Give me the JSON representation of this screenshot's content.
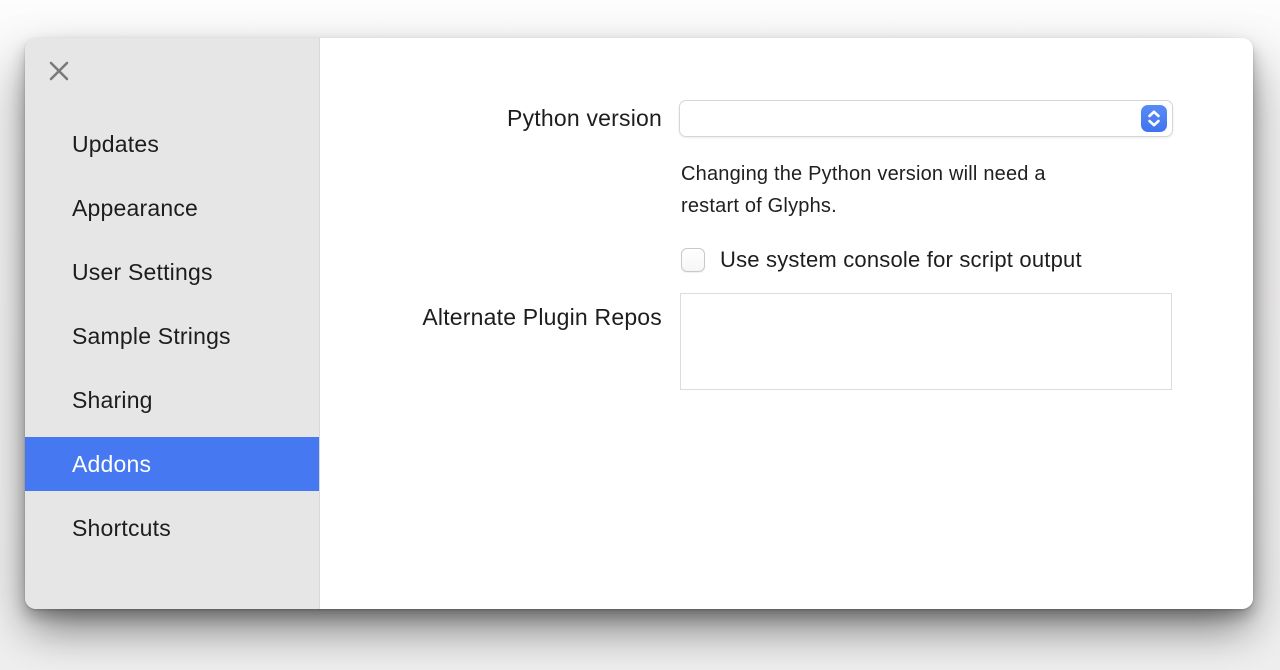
{
  "window": {
    "close_icon": "x-close"
  },
  "sidebar": {
    "items": [
      {
        "label": "Updates",
        "selected": false
      },
      {
        "label": "Appearance",
        "selected": false
      },
      {
        "label": "User Settings",
        "selected": false
      },
      {
        "label": "Sample Strings",
        "selected": false
      },
      {
        "label": "Sharing",
        "selected": false
      },
      {
        "label": "Addons",
        "selected": true
      },
      {
        "label": "Shortcuts",
        "selected": false
      }
    ]
  },
  "main": {
    "python_version": {
      "label": "Python version",
      "value": "",
      "helper": "Changing the Python version will need a\nrestart of Glyphs."
    },
    "system_console": {
      "label": "Use system console for script output",
      "checked": false
    },
    "plugin_repos": {
      "label": "Alternate Plugin Repos",
      "value": ""
    }
  },
  "colors": {
    "accent_blue": "#4678f2",
    "sidebar_bg": "#e6e6e6",
    "selected_text": "#ffffff"
  }
}
